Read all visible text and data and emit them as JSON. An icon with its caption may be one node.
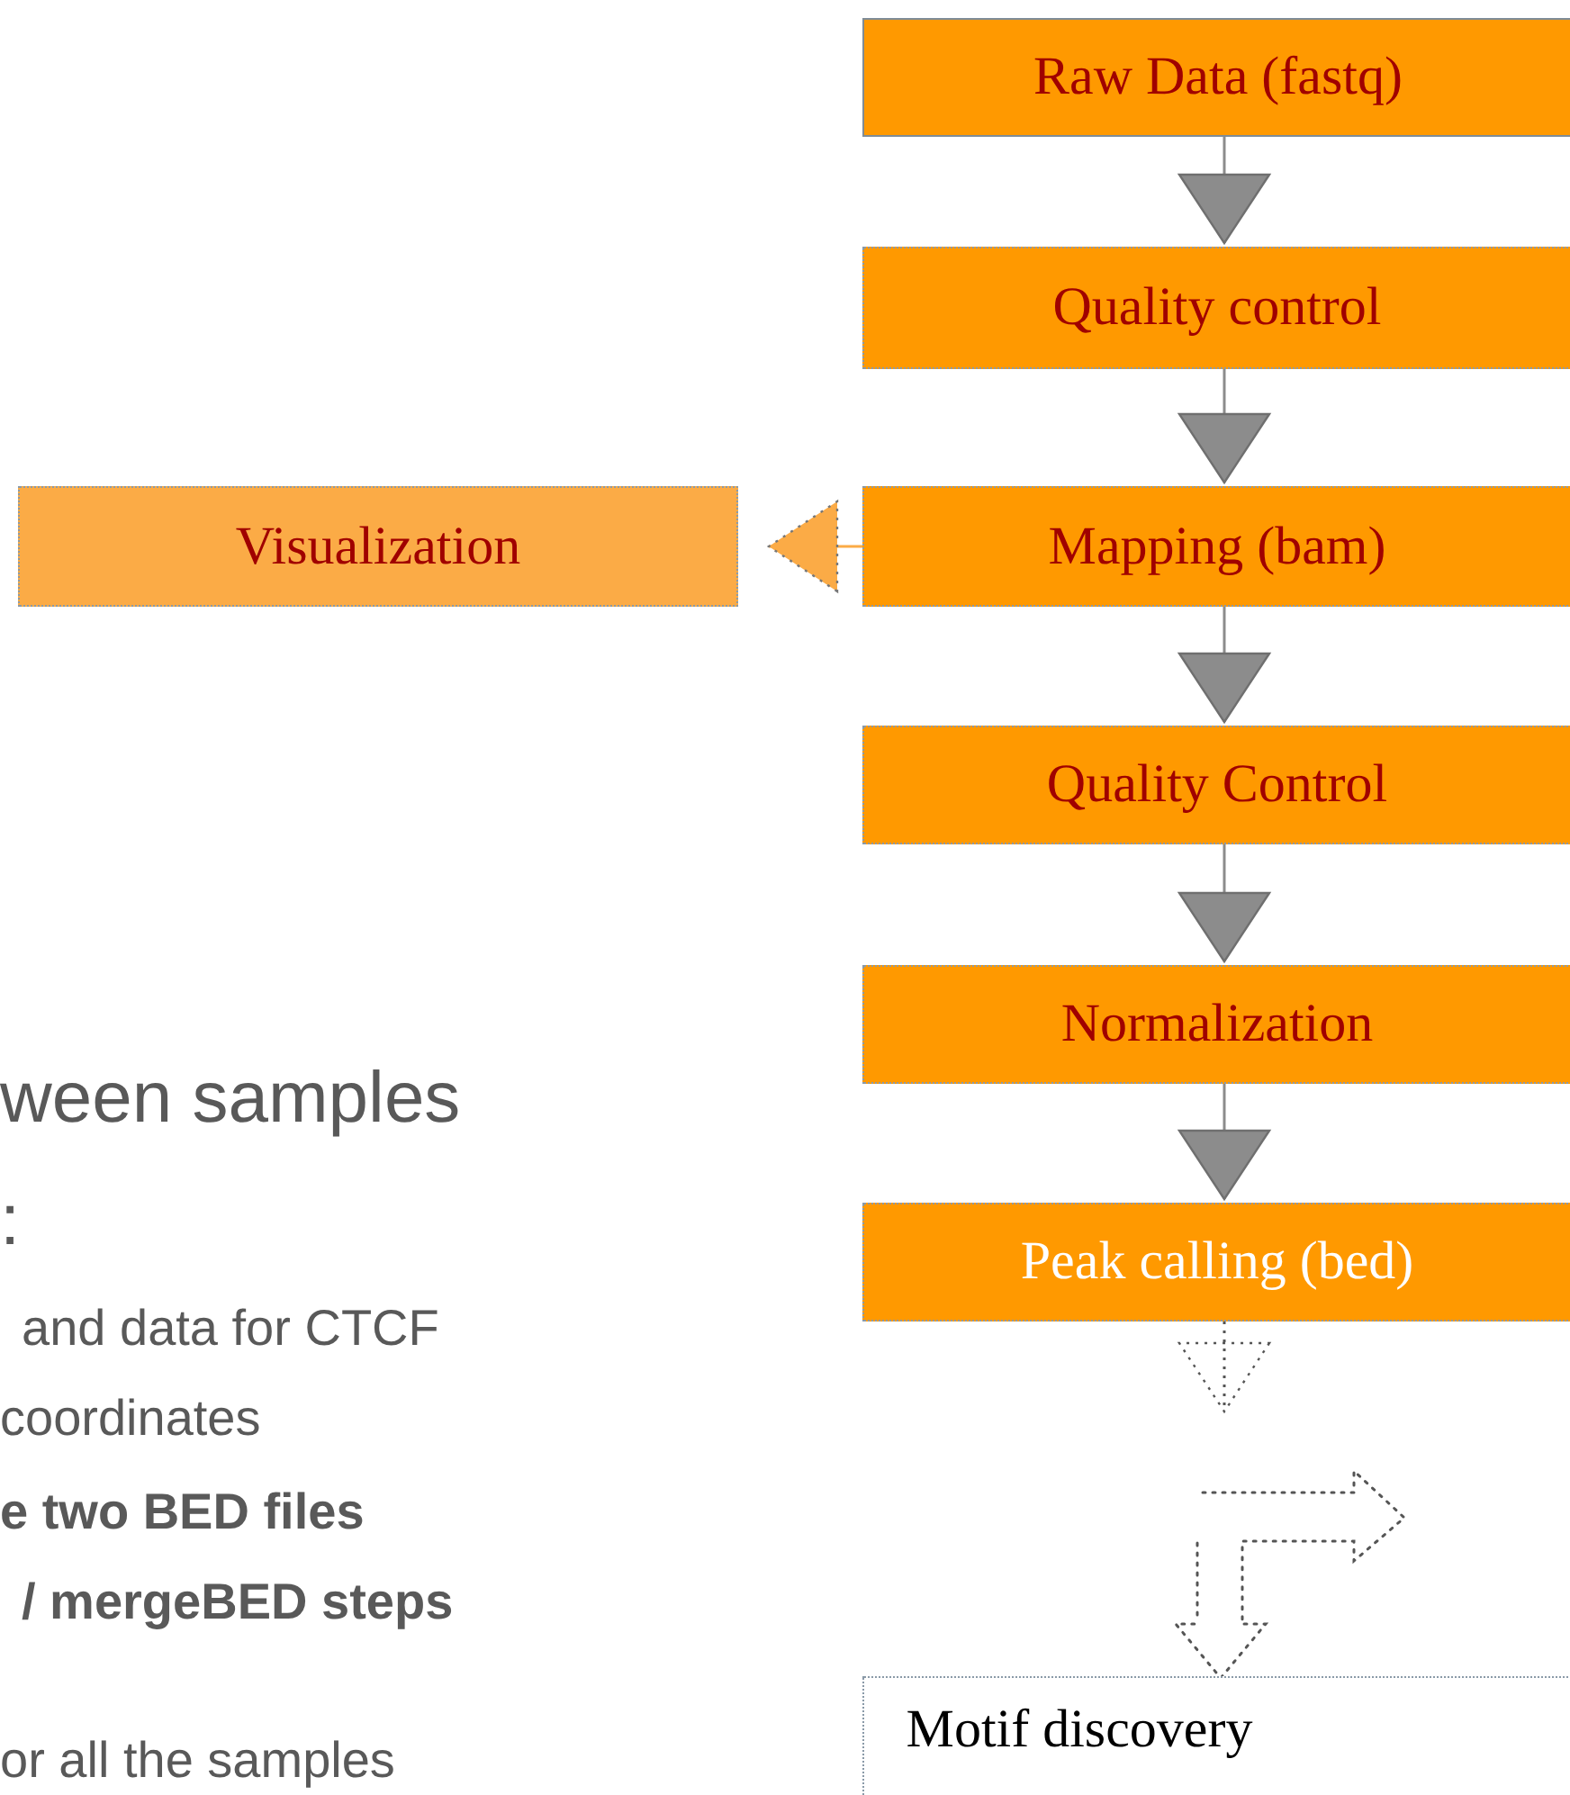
{
  "diagram": {
    "nodes": [
      {
        "text": [
          "Raw Data (fastq)"
        ]
      },
      {
        "text": [
          "Quality control"
        ]
      },
      {
        "text": [
          "Visualization"
        ]
      },
      {
        "text": [
          "Mapping (bam)"
        ]
      },
      {
        "text": [
          "Quality Control"
        ]
      },
      {
        "text": [
          "Normalization"
        ]
      },
      {
        "text": [
          "Peak calling (bed)"
        ]
      },
      {
        "text": [
          "Motif discovery"
        ]
      }
    ],
    "edges": [
      {
        "from": 0,
        "to": 1,
        "arrow": "to"
      },
      {
        "from": 1,
        "to": 3,
        "arrow": "to"
      },
      {
        "from": 3,
        "to": 2,
        "arrow": "to",
        "color": "#fbab46"
      },
      {
        "from": 3,
        "to": 4,
        "arrow": "to"
      },
      {
        "from": 4,
        "to": 5,
        "arrow": "to"
      },
      {
        "from": 5,
        "to": 6,
        "arrow": "to"
      },
      {
        "from": 6,
        "to": null,
        "arrow": "to",
        "style": "dashed"
      },
      {
        "from": null,
        "to": 7,
        "arrow": "to",
        "style": "dashed"
      }
    ],
    "labels": [
      "ween samples",
      ":",
      "and data for CTCF",
      "coordinates",
      "e two BED files",
      "/ mergeBED steps",
      "or all the samples"
    ]
  }
}
